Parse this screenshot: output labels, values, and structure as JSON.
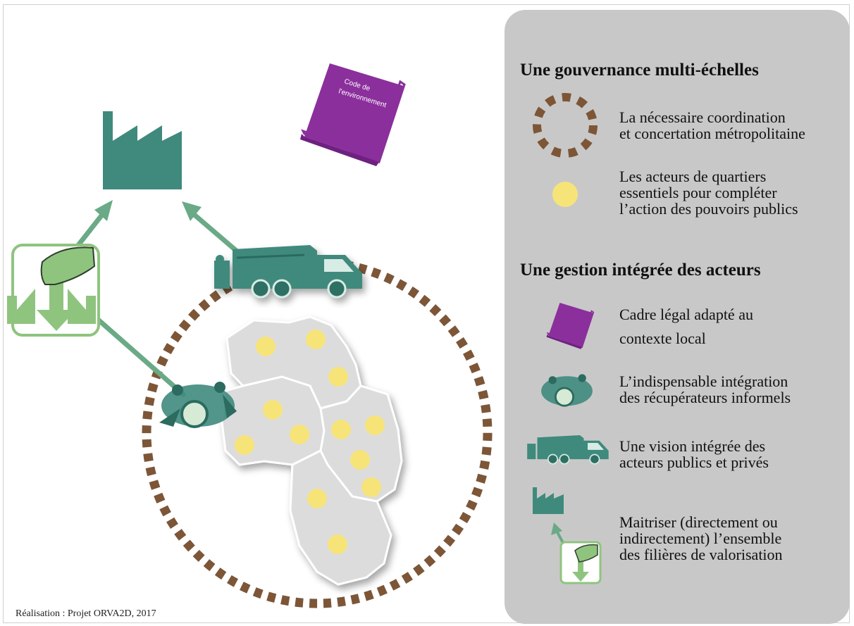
{
  "book_label": "Code de\nl'environnement",
  "legend": {
    "section1_title": "Une gouvernance multi-échelles",
    "section2_title": "Une gestion intégrée des acteurs",
    "items": [
      {
        "icon": "dotted-circle-icon",
        "text": "La nécessaire coordination\net concertation métropolitaine"
      },
      {
        "icon": "yellow-dot-icon",
        "text": "Les acteurs de quartiers\nessentiels pour compléter\nl’action des pouvoirs publics"
      },
      {
        "icon": "book-icon",
        "text": "Cadre légal adapté au\ncontexte local"
      },
      {
        "icon": "informal-collectors-icon",
        "text": "L’indispensable intégration\ndes récupérateurs informels"
      },
      {
        "icon": "garbage-truck-icon",
        "text": "Une vision intégrée des\nacteurs publics et privés"
      },
      {
        "icon": "factory-icon",
        "text": "Maitriser (directement ou\nindirectement) l’ensemble\ndes filières de valorisation"
      }
    ]
  },
  "credit": "Réalisation : Projet ORVA2D, 2017",
  "colors": {
    "teal": "#3f8a7d",
    "green_light": "#8fc47f",
    "arrow_green": "#6aaa86",
    "purple": "#8b2f9c",
    "brown_dots": "#7d5637",
    "yellow": "#f7e479",
    "district_grey": "#dcdcdc",
    "panel_grey": "#c9c8c8"
  }
}
